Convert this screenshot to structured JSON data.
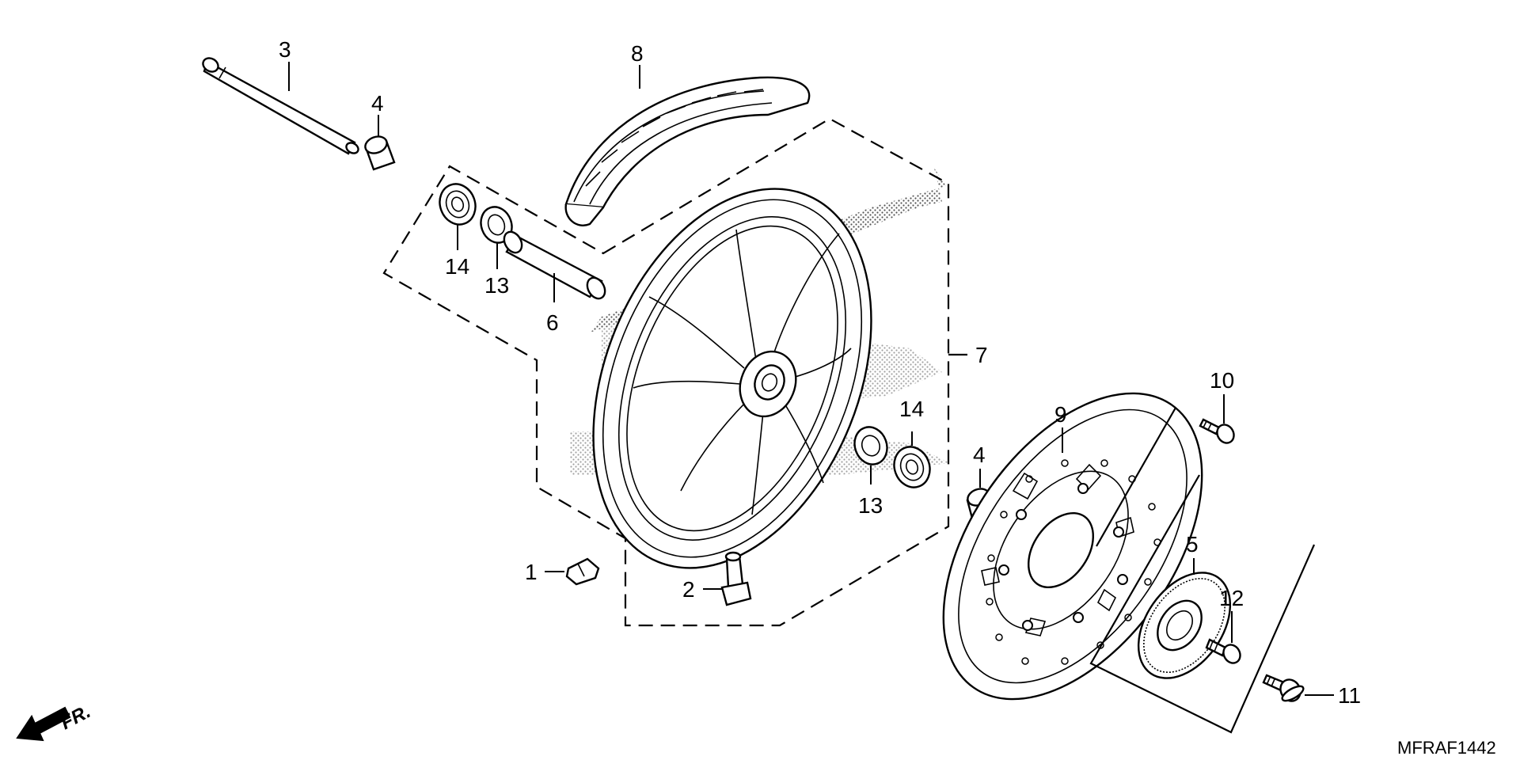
{
  "diagram": {
    "ref_code": "MFRAF1442",
    "direction_label": "FR.",
    "callouts": {
      "c1": "1",
      "c2": "2",
      "c3": "3",
      "c4a": "4",
      "c4b": "4",
      "c5": "5",
      "c6": "6",
      "c7": "7",
      "c8": "8",
      "c9": "9",
      "c10": "10",
      "c11": "11",
      "c12": "12",
      "c13a": "13",
      "c13b": "13",
      "c14a": "14",
      "c14b": "14"
    }
  },
  "icons": {
    "direction": "front-direction-arrow-icon"
  }
}
